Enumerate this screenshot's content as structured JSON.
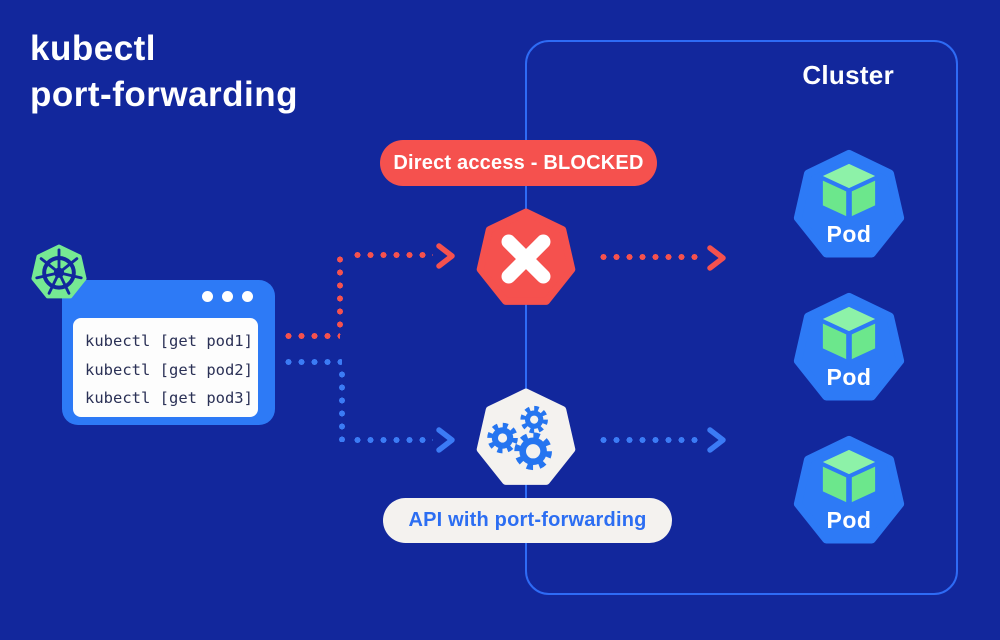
{
  "title": {
    "line1": "kubectl",
    "line2": "port-forwarding"
  },
  "cluster": {
    "label": "Cluster",
    "pods": [
      {
        "label": "Pod"
      },
      {
        "label": "Pod"
      },
      {
        "label": "Pod"
      }
    ]
  },
  "terminal": {
    "lines": [
      "kubectl [get pod1]",
      "kubectl [get pod2]",
      "kubectl [get pod3]"
    ]
  },
  "badges": {
    "blocked": "Direct access - BLOCKED",
    "api": "API with port-forwarding"
  },
  "icons": {
    "kubernetes_logo": "kubernetes-helm-wheel-icon",
    "blocked": "x-cross-icon",
    "api": "gears-icon",
    "pod": "cube-icon",
    "window_controls": "window-dots-icon",
    "arrows": "dotted-arrow"
  },
  "colors": {
    "background": "#12279c",
    "bright_blue": "#2d7af6",
    "cluster_border": "#2e6bf5",
    "red": "#f5514e",
    "green": "#76e993",
    "green_light": "#8df2a8",
    "off_white": "#f4f2ef",
    "terminal_text": "#2b3156"
  }
}
